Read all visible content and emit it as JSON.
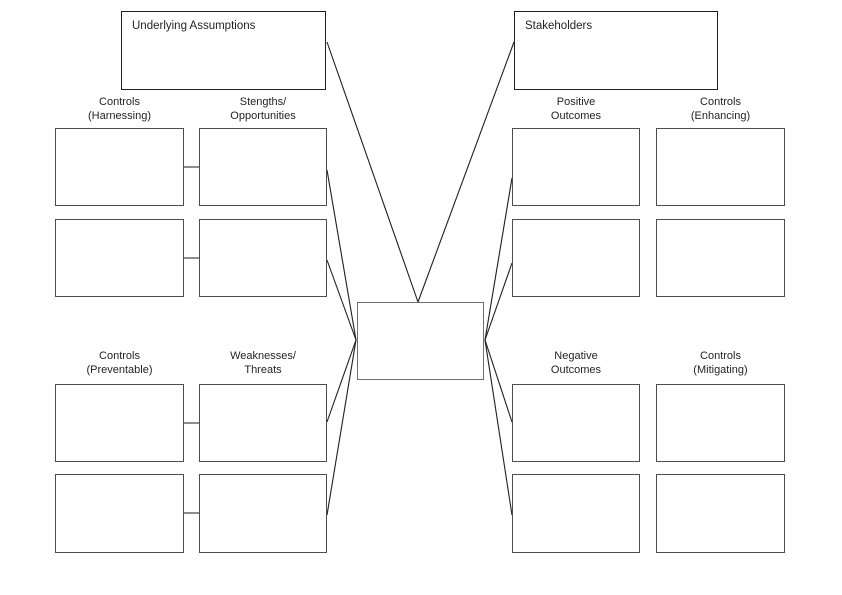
{
  "colors": {
    "background": "#ffffff",
    "large_box_border": "#1f1f1f",
    "small_box_border": "#4d4d4d",
    "center_box_border": "#6e6e6e",
    "line": "#1f1f1f",
    "text": "#231f20"
  },
  "large_boxes": {
    "underlying_assumptions": "Underlying Assumptions",
    "stakeholders": "Stakeholders"
  },
  "column_labels": {
    "harnessing": {
      "line1": "Controls",
      "line2": "(Harnessing)"
    },
    "strengths": {
      "line1": "Stengths/",
      "line2": "Opportunities"
    },
    "positive": {
      "line1": "Positive",
      "line2": "Outcomes"
    },
    "enhancing": {
      "line1": "Controls",
      "line2": "(Enhancing)"
    },
    "preventable": {
      "line1": "Controls",
      "line2": "(Preventable)"
    },
    "weaknesses": {
      "line1": "Weaknesses/",
      "line2": "Threats"
    },
    "negative": {
      "line1": "Negative",
      "line2": "Outcomes"
    },
    "mitigating": {
      "line1": "Controls",
      "line2": "(Mitigating)"
    }
  }
}
